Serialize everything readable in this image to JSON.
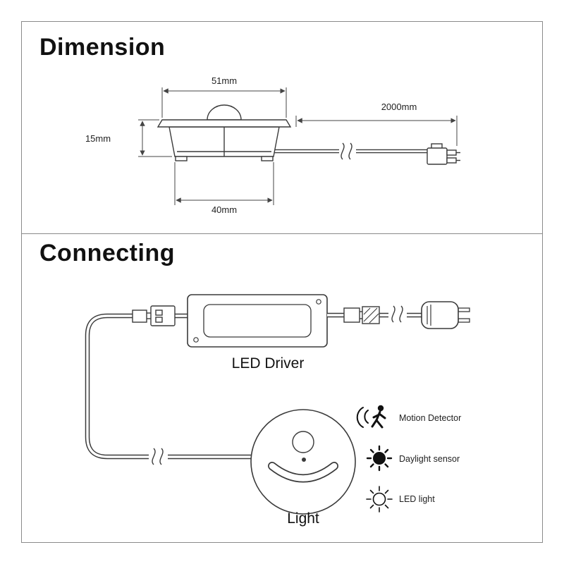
{
  "colors": {
    "line": "#3a3a3a",
    "text": "#111111",
    "frame_border": "#8a8a8a"
  },
  "sections": {
    "dimension": {
      "title": "Dimension",
      "labels": {
        "top_width": "51mm",
        "height": "15mm",
        "bottom_width": "40mm",
        "cable_length": "2000mm"
      }
    },
    "connecting": {
      "title": "Connecting",
      "driver_label": "LED Driver",
      "light_label": "Light",
      "legend": [
        {
          "name": "motion-detector",
          "label": "Motion Detector"
        },
        {
          "name": "daylight-sensor",
          "label": "Daylight sensor"
        },
        {
          "name": "led-light",
          "label": "LED light"
        }
      ]
    }
  }
}
